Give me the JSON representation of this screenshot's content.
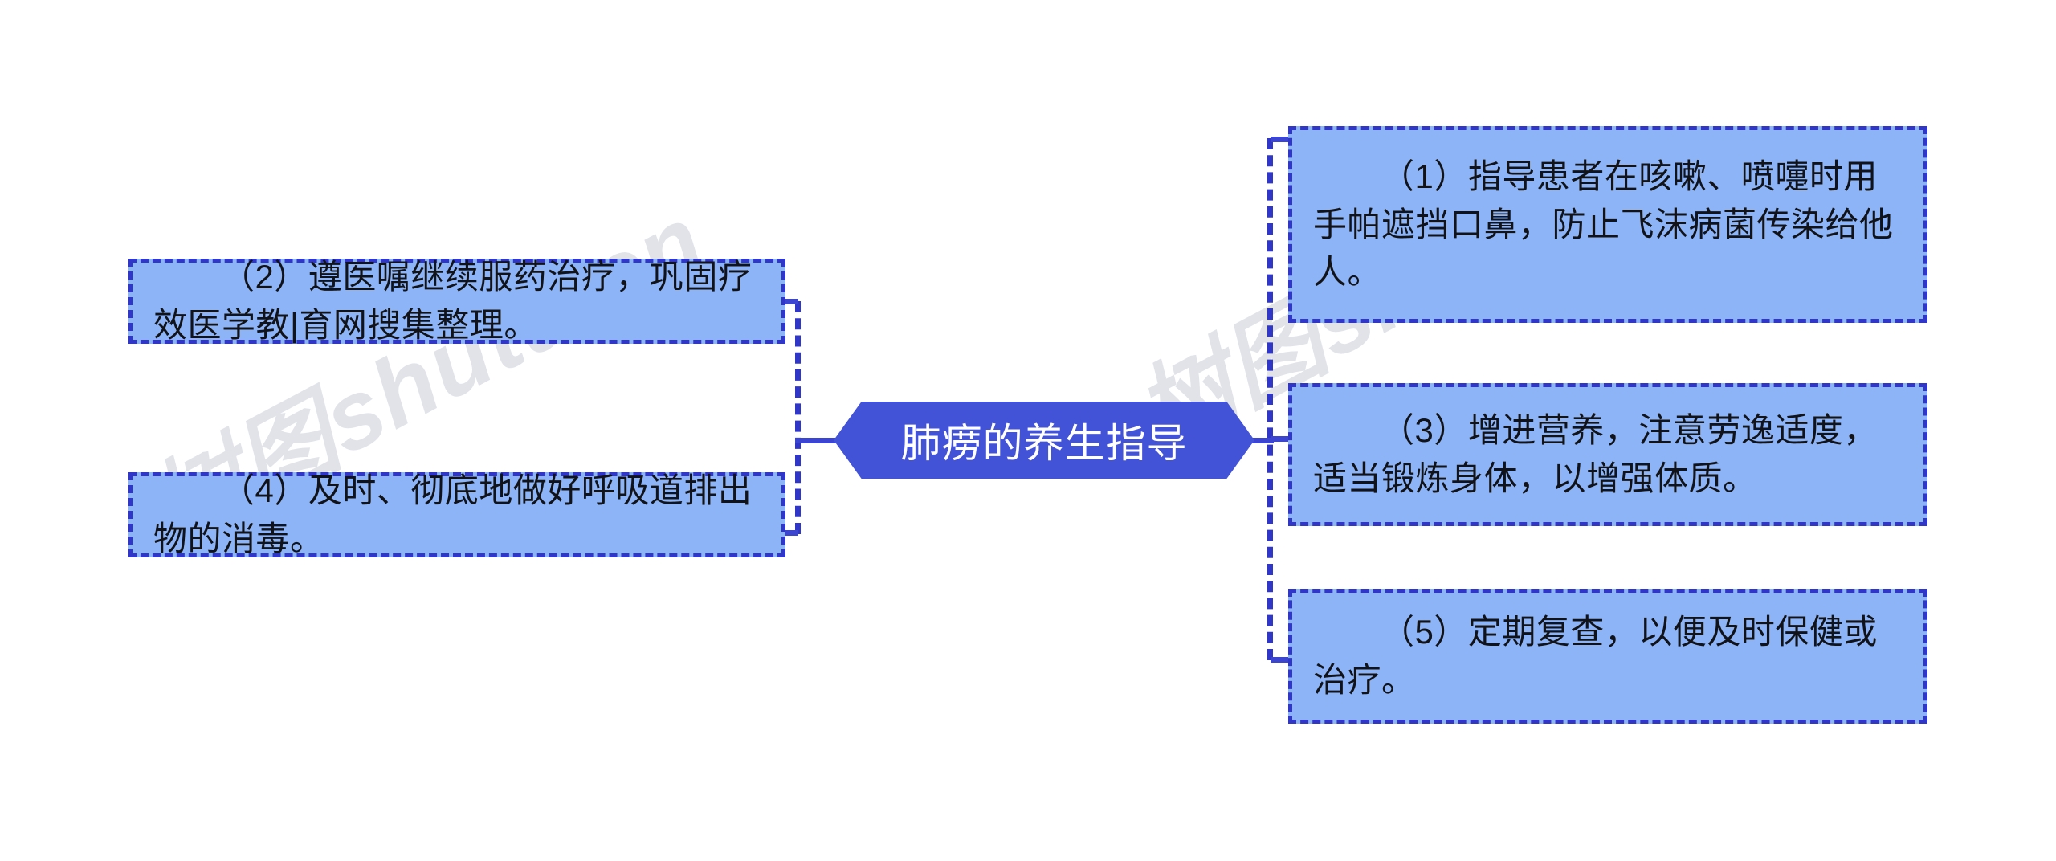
{
  "diagram": {
    "type": "mind-map",
    "orientation": "horizontal-two-sided",
    "center": {
      "label": "肺痨的养生指导",
      "shape": "hexagon",
      "fill_color": "#4353d8",
      "text_color": "#ffffff"
    },
    "style": {
      "branch_fill": "#8cb4f7",
      "branch_border": "#2f36c8",
      "branch_border_style": "dashed",
      "connector_color": "#2f36c8",
      "background": "#ffffff"
    },
    "left_branches": [
      {
        "id": "item-2",
        "text": "（2）遵医嘱继续服药治疗，巩固疗效医学教|育网搜集整理。"
      },
      {
        "id": "item-4",
        "text": "（4）及时、彻底地做好呼吸道排出物的消毒。"
      }
    ],
    "right_branches": [
      {
        "id": "item-1",
        "text": "（1）指导患者在咳嗽、喷嚏时用手帕遮挡口鼻，防止飞沫病菌传染给他人。"
      },
      {
        "id": "item-3",
        "text": "（3）增进营养，注意劳逸适度，适当锻炼身体，以增强体质。"
      },
      {
        "id": "item-5",
        "text": "（5）定期复查，以便及时保健或治疗。"
      }
    ],
    "watermark": {
      "text_left": "树图shutu.cn",
      "text_right": "树图shutu.cn",
      "color": "#c9cdd6"
    }
  }
}
